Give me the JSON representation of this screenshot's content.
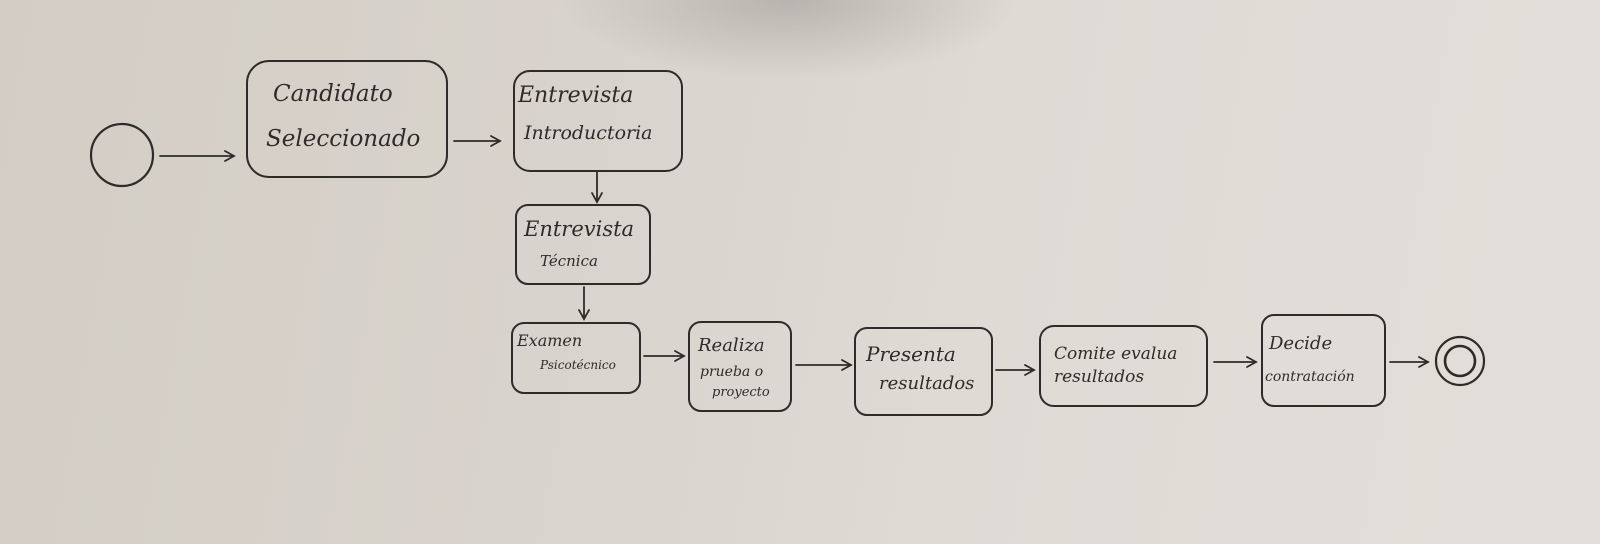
{
  "diagram": {
    "nodes": [
      {
        "id": "start",
        "type": "start"
      },
      {
        "id": "candidato",
        "lines": [
          "Candidato",
          "Seleccionado"
        ]
      },
      {
        "id": "entrevista-intro",
        "lines": [
          "Entrevista",
          "Introductoria"
        ]
      },
      {
        "id": "entrevista-tecnica",
        "lines": [
          "Entrevista",
          "Técnica"
        ]
      },
      {
        "id": "examen",
        "lines": [
          "Examen",
          "Psicotécnico"
        ]
      },
      {
        "id": "realiza",
        "lines": [
          "Realiza",
          "prueba o",
          "proyecto"
        ]
      },
      {
        "id": "presenta",
        "lines": [
          "Presenta",
          "resultados"
        ]
      },
      {
        "id": "comite",
        "lines": [
          "Comite evalua",
          "resultados"
        ]
      },
      {
        "id": "decide",
        "lines": [
          "Decide",
          "contratación"
        ]
      },
      {
        "id": "end",
        "type": "end"
      }
    ],
    "edges": [
      [
        "start",
        "candidato"
      ],
      [
        "candidato",
        "entrevista-intro"
      ],
      [
        "entrevista-intro",
        "entrevista-tecnica"
      ],
      [
        "entrevista-tecnica",
        "examen"
      ],
      [
        "examen",
        "realiza"
      ],
      [
        "realiza",
        "presenta"
      ],
      [
        "presenta",
        "comite"
      ],
      [
        "comite",
        "decide"
      ],
      [
        "decide",
        "end"
      ]
    ],
    "colors": {
      "ink": "#2e2c2a",
      "box_fill": "#d9d5ce"
    }
  }
}
